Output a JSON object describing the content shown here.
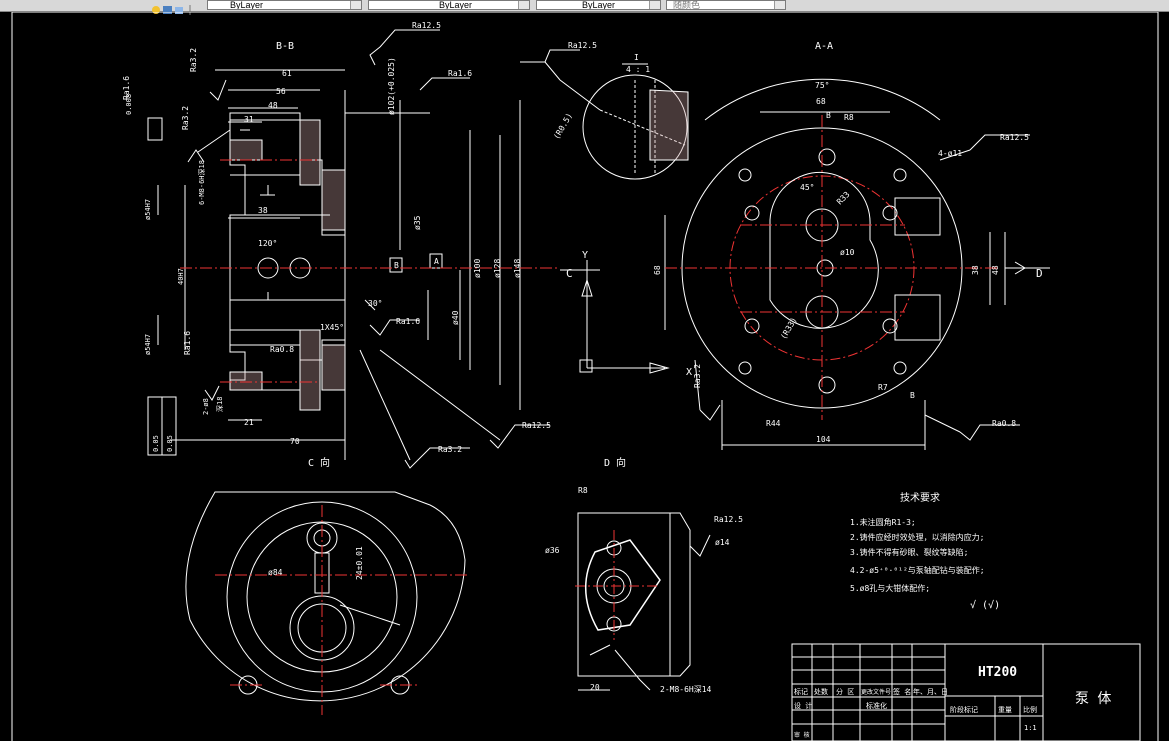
{
  "toolbar": {
    "combo_linetype": "ByLayer",
    "combo_lineweight": "ByLayer",
    "combo_color": "ByLayer",
    "combo_plotstyle": "随颜色"
  },
  "views": {
    "bb_title": "B-B",
    "aa_title": "A-A",
    "c_title": "C 向",
    "d_title": "D 向"
  },
  "bb": {
    "d1": "Ra12.5",
    "d2": "Ra3.2",
    "d3": "61",
    "d4": "56",
    "d5": "48",
    "d6": "31",
    "d7": "Ra1.6",
    "d8": "ø102(+0.025)",
    "d9": "0.008",
    "d10": "Ra1.6",
    "d11": "Ra3.2",
    "d12": "38",
    "d13": "ø35",
    "d14": "ø100",
    "d15": "ø128",
    "d16": "ø148",
    "d17": "120°",
    "d18": "ø40",
    "d19": "30°",
    "d20": "1X45°",
    "d21": "Ra1.6",
    "d22": "Ra0.8",
    "d23": "21",
    "d24": "70",
    "d25": "Ra3.2",
    "d26": "Ra12.5",
    "d27": "Ra1.6",
    "d28": "0.05",
    "d29": "0.05",
    "d30": "B",
    "d31": "A",
    "d32": "ø54H7",
    "d33": "40H7",
    "d34": "ø54H7",
    "d35": "2-ø8",
    "d36": "深18",
    "d37": "6-M8-6H深18"
  },
  "detail": {
    "d1": "Ra12.5",
    "d2": "I",
    "d3": "4 : 1",
    "d4": "(R0.5)"
  },
  "aa": {
    "d1": "75°",
    "d2": "68",
    "d3": "R8",
    "d4": "4-ø11",
    "d5": "Ra12.5",
    "d6": "45°",
    "d7": "R33",
    "d8": "ø10",
    "d9": "(R33)",
    "d10": "68",
    "d11": "38",
    "d12": "48",
    "d13": "R7",
    "d14": "R44",
    "d15": "104",
    "d16": "Ra0.8",
    "d17": "Ra3.2",
    "d18": "B",
    "d19": "B",
    "d20": "C",
    "d21": "D"
  },
  "axes": {
    "y": "Y",
    "x": "X"
  },
  "c_view": {
    "d1": "ø84",
    "d2": "24±0.01"
  },
  "d_view": {
    "d1": "R8",
    "d2": "Ra12.5",
    "d3": "ø36",
    "d4": "ø14",
    "d5": "20",
    "d6": "2-M8-6H深14"
  },
  "notes": {
    "title": "技术要求",
    "items": [
      "1.未注圆角R1-3;",
      "2.铸件应经时效处理，以消除内应力;",
      "3.铸件不得有砂眼、裂纹等缺陷;",
      "4.2-ø5⁺⁰·⁰¹²与泵轴配钻与装配作;",
      "5.ø8孔与大钳体配作;"
    ],
    "roughness": "√ (√)"
  },
  "titleblock": {
    "material": "HT200",
    "name": "泵 体",
    "c1": "标记",
    "c2": "处数",
    "c3": "分 区",
    "c4": "更改文件号",
    "c5": "签 名",
    "c6": "年、月、日",
    "r1": "设 计",
    "r2": "标准化",
    "r3": "阶段标记",
    "r4": "重量",
    "r5": "比例",
    "scale": "1:1",
    "r6": "审 核"
  }
}
